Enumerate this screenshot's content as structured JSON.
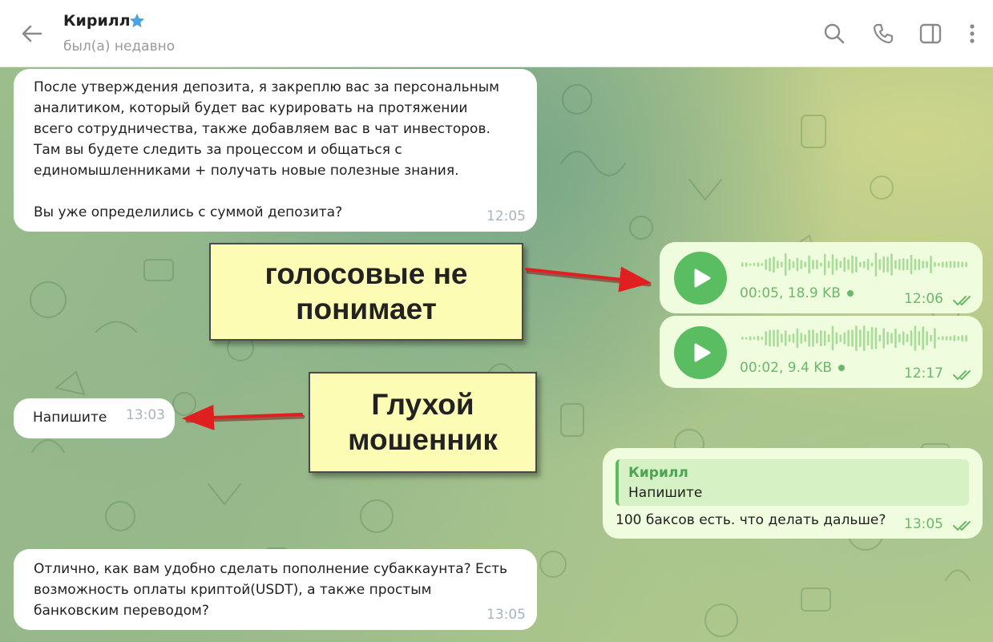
{
  "header": {
    "contact_name": "Кирилл",
    "status": "был(а) недавно",
    "accent_color": "#4ba3e2"
  },
  "icons": [
    "back-arrow-icon",
    "star-icon",
    "search-icon",
    "phone-icon",
    "sidebar-panel-icon",
    "more-vertical-icon",
    "play-icon",
    "double-check-icon"
  ],
  "messages": [
    {
      "direction": "in",
      "text": "После утверждения депозита, я закреплю вас за персональным\nаналитиком, который будет вас курировать на протяжении\nвсего сотрудничества, также добавляем вас в чат инвесторов.\nТам вы будете следить за процессом и общаться с\nединомышленниками + получать новые полезные знания.\n\nВы уже определились с суммой депозита?",
      "time": "12:05"
    },
    {
      "direction": "out",
      "type": "voice",
      "meta": "00:05, 18.9 KB",
      "time": "12:06"
    },
    {
      "direction": "out",
      "type": "voice",
      "meta": "00:02, 9.4 KB",
      "time": "12:17"
    },
    {
      "direction": "in",
      "text": "Напишите",
      "time": "13:03"
    },
    {
      "direction": "out",
      "reply_to": {
        "name": "Кирилл",
        "text": "Напишите"
      },
      "text": "100 баксов есть. что делать дальше?",
      "time": "13:05"
    },
    {
      "direction": "in",
      "text": "Отлично, как вам удобно сделать пополнение субаккаунта? Есть\nвозможность оплаты криптой(USDT), а также простым\nбанковским переводом?",
      "time": "13:05"
    }
  ],
  "annotations": [
    {
      "text": "голосовые не\nпонимает"
    },
    {
      "text": "Глухой\nмошенник"
    }
  ],
  "colors": {
    "incoming_bubble": "#ffffff",
    "outgoing_bubble": "#effdde",
    "voice_accent": "#5bbd62",
    "annotation_fill": "#fdfcb4",
    "annotation_arrow": "#e02020"
  }
}
